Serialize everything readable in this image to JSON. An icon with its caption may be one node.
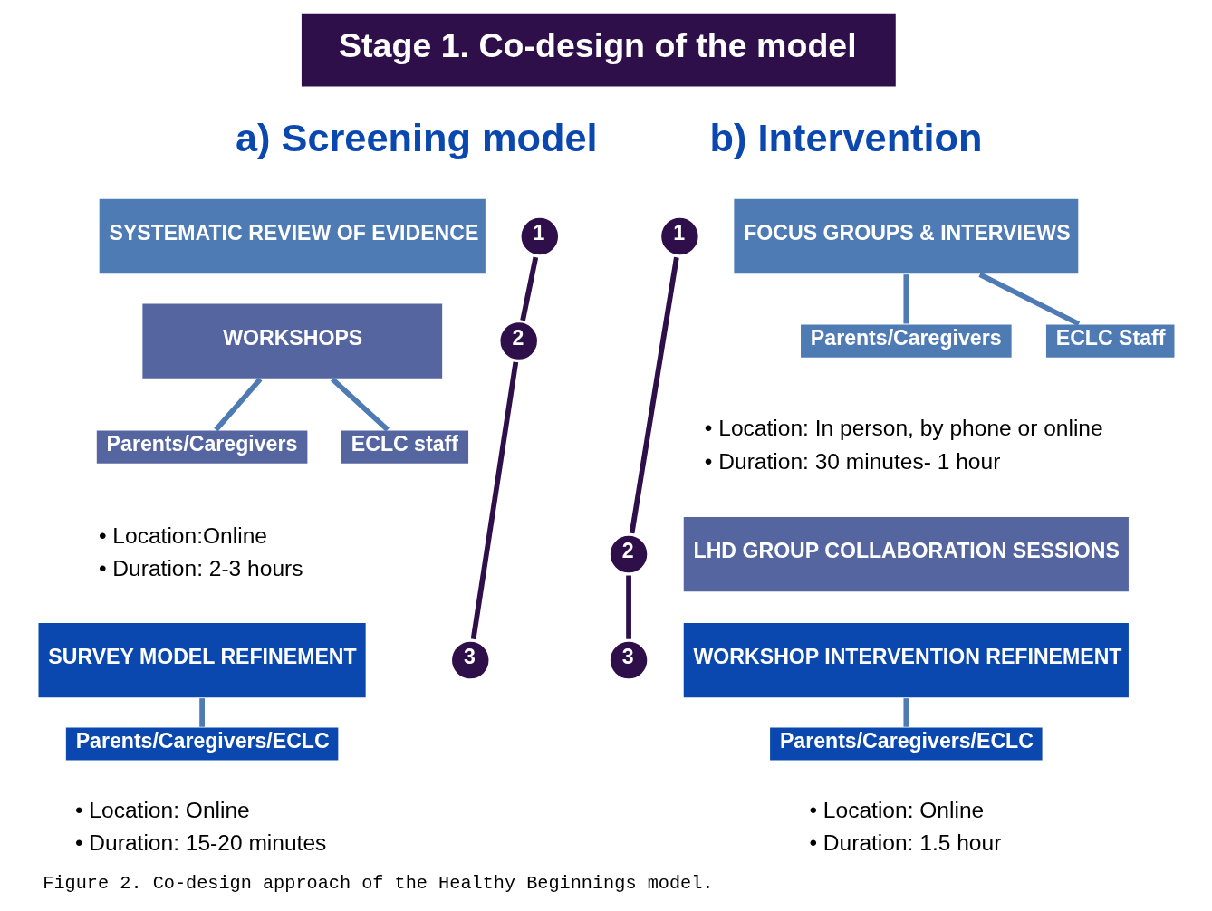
{
  "diagram": {
    "caption": "Figure 2. Co-design approach of the Healthy Beginnings model.",
    "nodes": [
      {
        "text": [
          "Stage 1. Co-design of the model"
        ]
      },
      {
        "text": [
          "SYSTEMATIC REVIEW OF EVIDENCE"
        ]
      },
      {
        "text": [
          "1"
        ]
      },
      {
        "text": [
          "WORKSHOPS"
        ],
        "beside": [
          "• Location:Online",
          "• Duration: 2-3 hours"
        ]
      },
      {
        "text": [
          "2"
        ]
      },
      {
        "text": [
          "Parents/Caregivers"
        ]
      },
      {
        "text": [
          "ECLC staff"
        ]
      },
      {
        "text": [
          "SURVEY MODEL REFINEMENT"
        ],
        "beside": [
          "• Location: Online",
          "• Duration: 15-20 minutes"
        ]
      },
      {
        "text": [
          "3"
        ]
      },
      {
        "text": [
          "Parents/Caregivers/ECLC"
        ]
      },
      {
        "text": [
          "FOCUS GROUPS & INTERVIEWS"
        ],
        "beside": [
          "• Location: In person, by phone or online",
          "• Duration: 30 minutes- 1 hour"
        ]
      },
      {
        "text": [
          "1"
        ]
      },
      {
        "text": [
          "Parents/Caregivers"
        ]
      },
      {
        "text": [
          "ECLC Staff"
        ]
      },
      {
        "text": [
          "LHD GROUP COLLABORATION SESSIONS"
        ]
      },
      {
        "text": [
          "2"
        ]
      },
      {
        "text": [
          "WORKSHOP INTERVENTION REFINEMENT"
        ],
        "beside": [
          "• Location: Online",
          "• Duration: 1.5 hour"
        ]
      },
      {
        "text": [
          "3"
        ]
      },
      {
        "text": [
          "Parents/Caregivers/ECLC"
        ]
      }
    ],
    "edges": [
      {
        "from": 2,
        "to": 4,
        "arrow": "none",
        "color": "#2e0f4a"
      },
      {
        "from": 4,
        "to": 8,
        "arrow": "none",
        "color": "#2e0f4a"
      },
      {
        "from": 3,
        "to": 5,
        "arrow": "none"
      },
      {
        "from": 3,
        "to": 6,
        "arrow": "none"
      },
      {
        "from": 7,
        "to": 9,
        "arrow": "none"
      },
      {
        "from": 11,
        "to": 15,
        "arrow": "none",
        "color": "#2e0f4a"
      },
      {
        "from": 15,
        "to": 17,
        "arrow": "none",
        "color": "#2e0f4a"
      },
      {
        "from": 10,
        "to": 12,
        "arrow": "none"
      },
      {
        "from": 10,
        "to": 13,
        "arrow": "none"
      },
      {
        "from": 16,
        "to": 18,
        "arrow": "none"
      }
    ],
    "labels": [
      "a) Screening model",
      "b) Intervention"
    ]
  }
}
